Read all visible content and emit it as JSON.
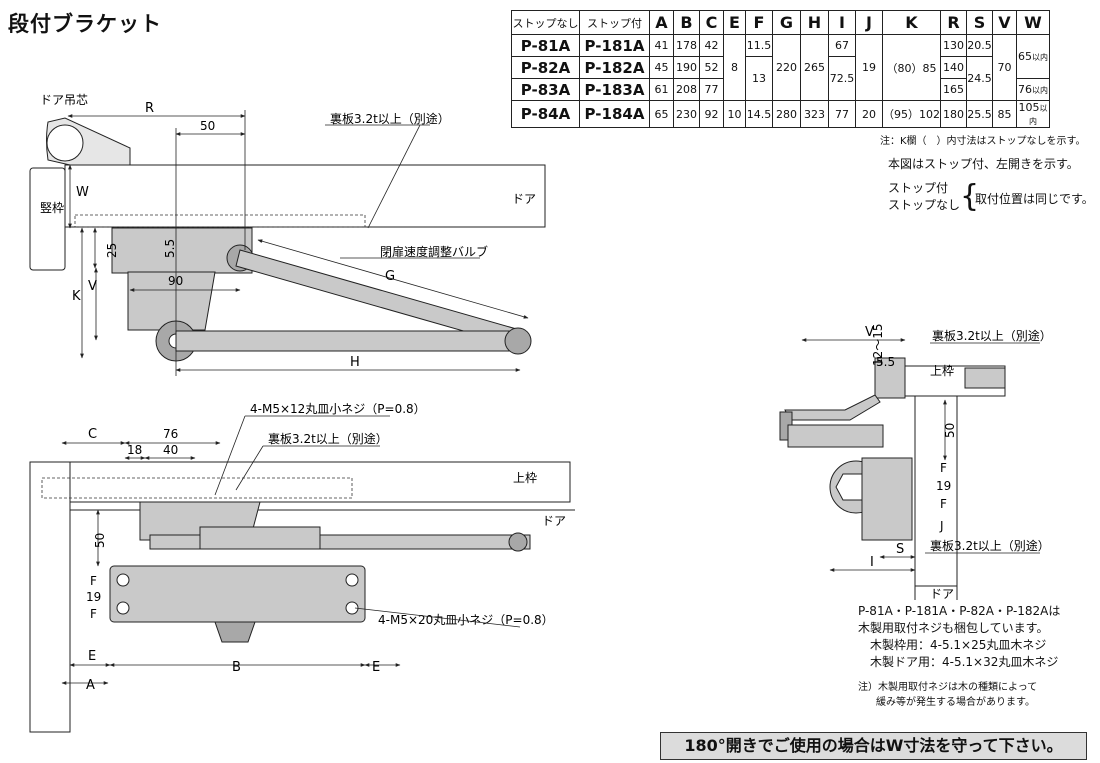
{
  "title": "段付ブラケット",
  "table": {
    "headers": [
      "ストップなし",
      "ストップ付",
      "A",
      "B",
      "C",
      "E",
      "F",
      "G",
      "H",
      "I",
      "J",
      "K",
      "R",
      "S",
      "V",
      "W"
    ],
    "rows": [
      {
        "nostop": "P-81A",
        "stop": "P-181A",
        "A": "41",
        "B": "178",
        "C": "42",
        "E": "8",
        "F": "11.5",
        "G": "220",
        "H": "265",
        "I": "67",
        "J": "19",
        "K": "（80）85",
        "R": "130",
        "S": "20.5",
        "V": "70",
        "W": "65",
        "W_unit": "以内"
      },
      {
        "nostop": "P-82A",
        "stop": "P-182A",
        "A": "45",
        "B": "190",
        "C": "52",
        "F": "13",
        "I": "72.5",
        "R": "140",
        "S": "24.5"
      },
      {
        "nostop": "P-83A",
        "stop": "P-183A",
        "A": "61",
        "B": "208",
        "C": "77",
        "R": "165",
        "W": "76",
        "W_unit": "以内"
      },
      {
        "nostop": "P-84A",
        "stop": "P-184A",
        "A": "65",
        "B": "230",
        "C": "92",
        "E": "10",
        "F": "14.5",
        "G": "280",
        "H": "323",
        "I": "77",
        "J": "20",
        "K": "（95）102",
        "R": "180",
        "S": "25.5",
        "V": "85",
        "W": "105",
        "W_unit": "以内"
      }
    ],
    "note": "注：K欄（　）内寸法はストップなしを示す。"
  },
  "notes_right": {
    "line1": "本図はストップ付、左開きを示す。",
    "stop_with": "ストップ付",
    "stop_without": "ストップなし",
    "same_position": "取付位置は同じです。"
  },
  "screws": {
    "line1": "P-81A・P-181A・P-82A・P-182Aは",
    "line2": "木製用取付ネジも梱包しています。",
    "line3": "木製枠用：4-5.1×25丸皿木ネジ",
    "line4": "木製ドア用：4-5.1×32丸皿木ネジ"
  },
  "wood_note": {
    "line1": "注）木製用取付ネジは木の種類によって",
    "line2": "緩み等が発生する場合があります。"
  },
  "banner": "180°開きでご使用の場合はW寸法を守って下さい。",
  "diagram_top": {
    "hinge_label": "ドア吊芯",
    "frame_label": "竪枠",
    "door_label": "ドア",
    "backplate_label": "裏板3.2t以上（別途）",
    "valve_label": "閉扉速度調整バルブ",
    "dims": {
      "R": "R",
      "d50": "50",
      "W": "W",
      "d25": "25",
      "d5_5": "5.5",
      "d90": "90",
      "K": "K",
      "V": "V",
      "G": "G",
      "H": "H"
    }
  },
  "diagram_bottom": {
    "screw_top": "4-M5×12丸皿小ネジ（P=0.8）",
    "backplate_label": "裏板3.2t以上（別途）",
    "top_frame": "上枠",
    "door_label": "ドア",
    "screw_bottom": "4-M5×20丸皿小ネジ（P=0.8）",
    "dims": {
      "C": "C",
      "d76": "76",
      "d18": "18",
      "d40": "40",
      "d50": "50",
      "F1": "F",
      "d19": "19",
      "F2": "F",
      "E1": "E",
      "B": "B",
      "E2": "E",
      "A": "A"
    }
  },
  "diagram_side": {
    "V": "V",
    "backplate_top": "裏板3.2t以上（別途）",
    "d12_15": "12～15",
    "d5_5": "5.5",
    "top_frame": "上枠",
    "d50": "50",
    "F1": "F",
    "d19": "19",
    "F2": "F",
    "J": "J",
    "backplate_bottom": "裏板3.2t以上（別途）",
    "S": "S",
    "I": "I",
    "door_label": "ドア"
  }
}
